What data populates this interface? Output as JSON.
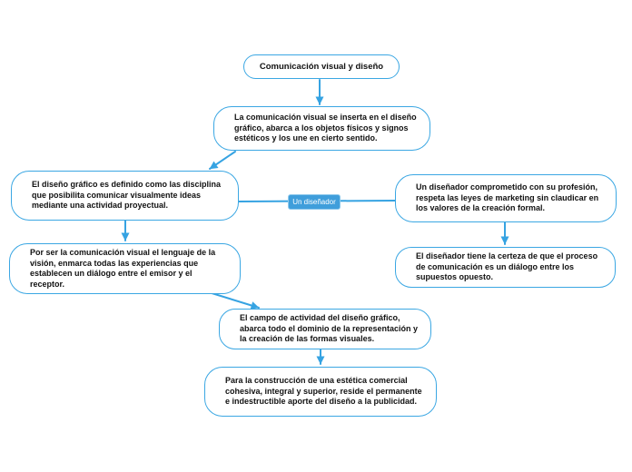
{
  "diagram": {
    "title": "Comunicación visual y diseño",
    "colors": {
      "node_border": "#3ba7e3",
      "connector_line": "#36a3e2",
      "relation_label_bg": "#3f9edb",
      "relation_label_text": "#ffffff",
      "node_text": "#111111",
      "background": "#ffffff"
    },
    "nodes": {
      "root": {
        "text": "Comunicación visual y diseño"
      },
      "intro": {
        "text": "La comunicación visual se inserta en el diseño gráfico, abarca a los objetos físicos y signos estéticos y los une en cierto sentido."
      },
      "definicion": {
        "text": "El diseño gráfico es definido como las disciplina que posibilita comunicar visualmente ideas mediante una actividad proyectual."
      },
      "disenador": {
        "text": "Un diseñador comprometido con su profesión, respeta las leyes de marketing sin claudicar en los valores de la creación formal."
      },
      "lenguaje": {
        "text": "Por ser la comunicación visual el lenguaje de la visión, enmarca todas las experiencias que establecen un diálogo entre el emisor y el receptor."
      },
      "certeza": {
        "text": "El diseñador tiene la certeza de que el proceso de comunicación es un diálogo entre los supuestos opuesto."
      },
      "campo": {
        "text": "El campo de actividad del diseño gráfico, abarca todo el dominio de la representación y la creación de las formas visuales."
      },
      "estetica": {
        "text": "Para la construcción de una estética comercial cohesiva, integral y superior, reside el permanente e indestructible aporte del diseño a la publicidad."
      }
    },
    "relation_label": {
      "text": "Un diseñador"
    }
  }
}
